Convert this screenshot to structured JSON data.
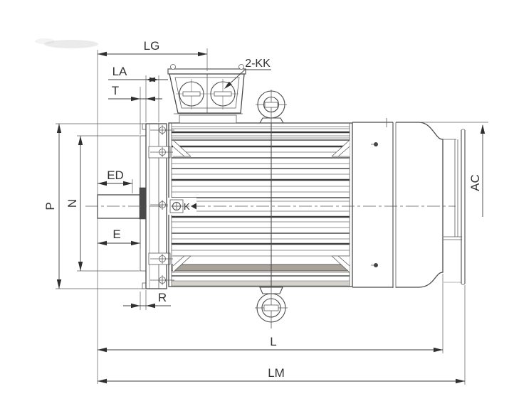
{
  "drawing": {
    "type": "technical-dimension-drawing",
    "subject": "flange-mounted electric motor, side view",
    "dimension_labels": {
      "lg": "LG",
      "la": "LA",
      "t": "T",
      "kk": "2-KK",
      "ed": "ED",
      "e": "E",
      "r": "R",
      "p": "P",
      "n": "N",
      "l": "L",
      "lm": "LM",
      "ac": "AC"
    },
    "flange_mark": "K",
    "colors": {
      "line": "#4a4a4a",
      "dim_line": "#3f3f3f",
      "text": "#333333",
      "background": "#ffffff",
      "fin_band_dark": "#a8a29a",
      "fin_band_light": "#d5d2cc",
      "shaft_shoulder": "#4a4a4a"
    }
  }
}
